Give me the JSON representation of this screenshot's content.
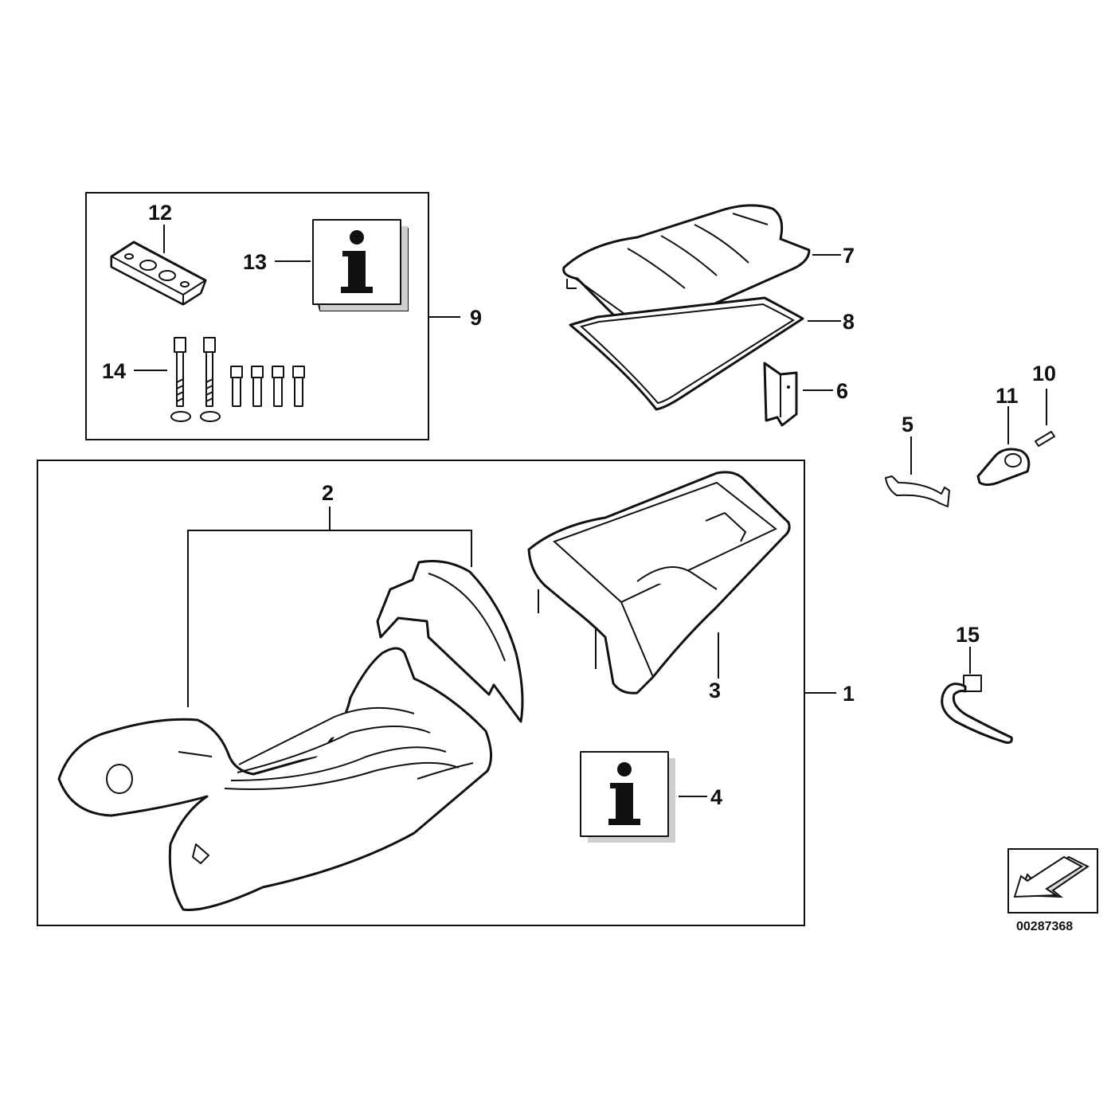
{
  "diagram": {
    "callouts": {
      "c1": "1",
      "c2": "2",
      "c3": "3",
      "c4": "4",
      "c5": "5",
      "c6": "6",
      "c7": "7",
      "c8": "8",
      "c9": "9",
      "c10": "10",
      "c11": "11",
      "c12": "12",
      "c13": "13",
      "c14": "14",
      "c15": "15"
    },
    "info_symbol": "i",
    "document_number": "00287368"
  },
  "icons": {
    "info_box": "info-icon",
    "nav_arrow": "arrow-down-left-icon"
  }
}
